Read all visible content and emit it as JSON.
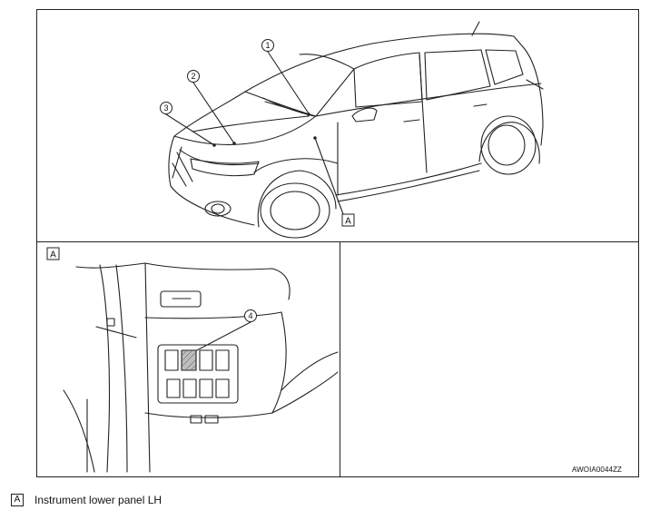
{
  "callouts": {
    "c1": "1",
    "c2": "2",
    "c3": "3",
    "c4": "4",
    "boxA_car": "A",
    "boxA_panel": "A"
  },
  "figure_code": "AWOIA0044ZZ",
  "legend": [
    {
      "key": "A",
      "text": "Instrument lower panel LH"
    }
  ]
}
